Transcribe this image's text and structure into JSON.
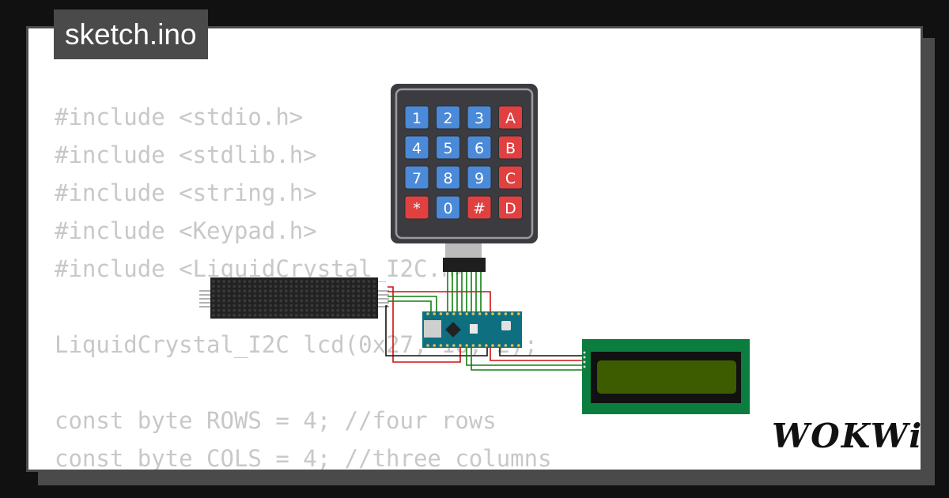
{
  "file": {
    "name": "sketch.ino"
  },
  "code_lines": [
    "#include <stdio.h>",
    "#include <stdlib.h>",
    "#include <string.h>",
    "#include <Keypad.h>",
    "#include <LiquidCrystal_I2C.h>",
    "",
    "LiquidCrystal_I2C lcd(0x27, 16, 2);",
    "",
    "const byte ROWS = 4; //four rows",
    "const byte COLS = 4; //three columns"
  ],
  "keypad": {
    "keys": [
      [
        "1",
        "2",
        "3",
        "A"
      ],
      [
        "4",
        "5",
        "6",
        "B"
      ],
      [
        "7",
        "8",
        "9",
        "C"
      ],
      [
        "*",
        "0",
        "#",
        "D"
      ]
    ]
  },
  "logo": {
    "text": "WOKWi"
  },
  "colors": {
    "background": "#111111",
    "card": "#ffffff",
    "frame": "#4a4a4a",
    "code_text": "#c8c8c8",
    "key_blue": "#4a8ad8",
    "key_red": "#e04040",
    "keypad_body": "#3c3c40",
    "lcd_board": "#0b7d3e",
    "lcd_screen": "#3d5c00",
    "arduino_board": "#0e6f80",
    "wire_red": "#d01010",
    "wire_green": "#108010",
    "wire_black": "#111111"
  }
}
